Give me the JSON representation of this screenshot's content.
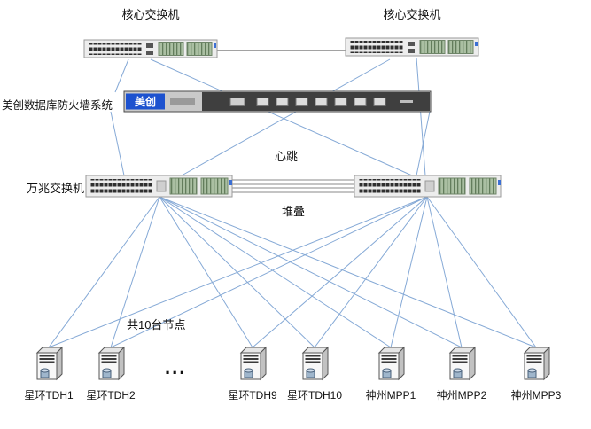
{
  "diagram": {
    "labels": {
      "core_switch_left": "核心交换机",
      "core_switch_right": "核心交换机",
      "firewall_system": "美创数据库防火墙系统",
      "heartbeat": "心跳",
      "ten_gig_switch": "万兆交换机",
      "stack": "堆叠",
      "node_count": "共10台节点",
      "ellipsis": "..."
    },
    "firewall_logo": "美创",
    "servers": [
      {
        "label": "星环TDH1"
      },
      {
        "label": "星环TDH2"
      },
      {
        "label": "星环TDH9"
      },
      {
        "label": "星环TDH10"
      },
      {
        "label": "神州MPP1"
      },
      {
        "label": "神州MPP2"
      },
      {
        "label": "神州MPP3"
      }
    ],
    "colors": {
      "link": "#85a9d6",
      "core_trunk": "#6b6b6b",
      "device_green": "#a9bfa1",
      "logo_blue": "#1d52cf"
    }
  }
}
